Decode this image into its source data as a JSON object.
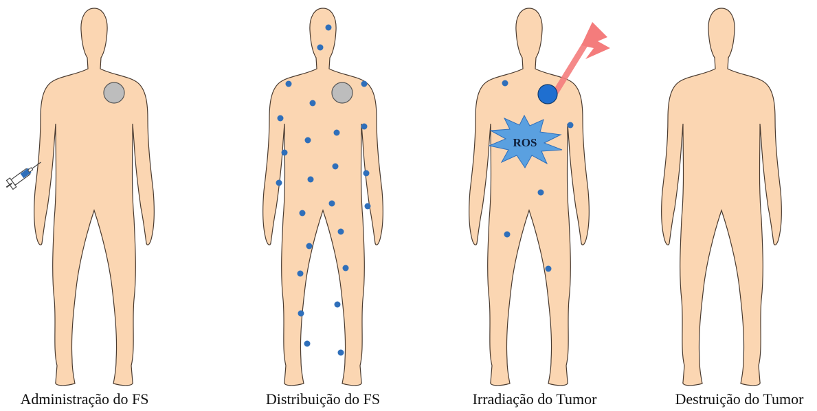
{
  "panels": [
    {
      "id": "administracao",
      "caption": "Administração do FS"
    },
    {
      "id": "distribuicao",
      "caption": "Distribuição do FS"
    },
    {
      "id": "irradiacao",
      "caption": "Irradiação do Tumor"
    },
    {
      "id": "destruicao",
      "caption": "Destruição do Tumor"
    }
  ],
  "burst_label": "ROS",
  "colors": {
    "skin": "#fbd6b2",
    "outline": "#4a3b30",
    "tumor": "#bdbdbd",
    "photosensitizer_dot": "#2f6fba",
    "burst_fill": "#5aa0e0",
    "light_beam": "#f47c7c"
  },
  "icons": [
    "syringe-icon",
    "lightning-bolt-icon",
    "ros-burst-icon"
  ]
}
